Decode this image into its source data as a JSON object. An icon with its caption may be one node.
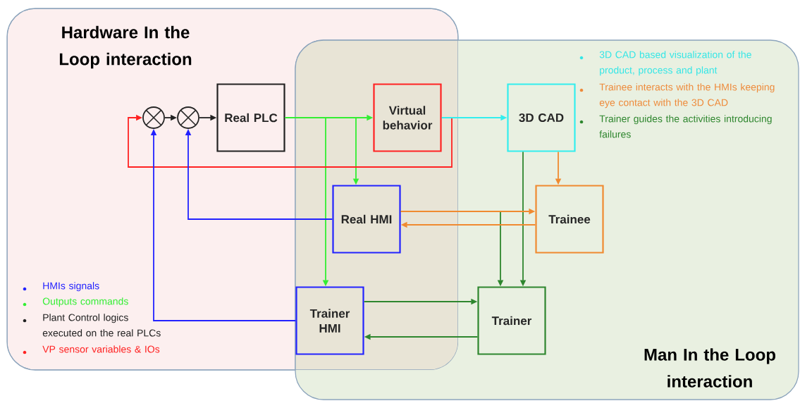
{
  "diagram": {
    "nodes": [
      {
        "text": [
          "Hardware In the Loop interaction"
        ]
      },
      {
        "text": [
          "Man In the Loop interaction"
        ]
      },
      {
        "text": [],
        "shape": "circle",
        "in": 0
      },
      {
        "text": [],
        "shape": "circle",
        "in": 0
      },
      {
        "text": [
          "Real PLC"
        ],
        "in": 0
      },
      {
        "text": [
          "Virtual behavior"
        ]
      },
      {
        "text": [
          "3D CAD"
        ],
        "in": 1
      },
      {
        "text": [
          "Real HMI"
        ]
      },
      {
        "text": [
          "Trainee"
        ],
        "in": 1
      },
      {
        "text": [
          "Trainer HMI"
        ]
      },
      {
        "text": [
          "Trainer"
        ],
        "in": 1
      }
    ],
    "edges": [
      {
        "from": 2,
        "to": 3,
        "arrow": "to",
        "color": "#222222"
      },
      {
        "from": 3,
        "to": 4,
        "arrow": "to",
        "color": "#222222"
      },
      {
        "from": 4,
        "to": 5,
        "arrow": "to",
        "color": "#33ee33"
      },
      {
        "from": 4,
        "to": 7,
        "arrow": "to",
        "color": "#33ee33"
      },
      {
        "from": 4,
        "to": 9,
        "arrow": "to",
        "color": "#33ee33"
      },
      {
        "from": 5,
        "to": 2,
        "arrow": "to",
        "color": "#ff2222"
      },
      {
        "from": 5,
        "to": 6,
        "arrow": "to",
        "color": "#33eeee"
      },
      {
        "from": 7,
        "to": 3,
        "arrow": "to",
        "color": "#2222ff"
      },
      {
        "from": 9,
        "to": 2,
        "arrow": "to",
        "color": "#2222ff"
      },
      {
        "from": 6,
        "to": 8,
        "arrow": "to",
        "color": "#f08a30"
      },
      {
        "from": 6,
        "to": 10,
        "arrow": "to",
        "color": "#2e862e"
      },
      {
        "from": 7,
        "to": 8,
        "arrow": "to",
        "color": "#f08a30"
      },
      {
        "from": 8,
        "to": 7,
        "arrow": "to",
        "color": "#f08a30"
      },
      {
        "from": 7,
        "to": 10,
        "arrow": "to",
        "color": "#2e862e"
      },
      {
        "from": 9,
        "to": 10,
        "arrow": "to",
        "color": "#2e862e"
      },
      {
        "from": 10,
        "to": 9,
        "arrow": "to",
        "color": "#2e862e"
      }
    ],
    "legend": [
      {
        "text": "3D CAD based visualization of the product, process and plant",
        "color": "#33e6e6"
      },
      {
        "text": "Trainee interacts with the HMIs keeping eye contact with the 3D CAD",
        "color": "#ee8a3a"
      },
      {
        "text": "Trainer guides the activities introducing failures",
        "color": "#2e862e"
      },
      {
        "text": "HMIs signals",
        "color": "#2222ff"
      },
      {
        "text": "Outputs commands",
        "color": "#33ee33"
      },
      {
        "text": "Plant Control logics executed on the real PLCs",
        "color": "#222222"
      },
      {
        "text": "VP sensor variables & IOs",
        "color": "#ff2222"
      }
    ]
  }
}
